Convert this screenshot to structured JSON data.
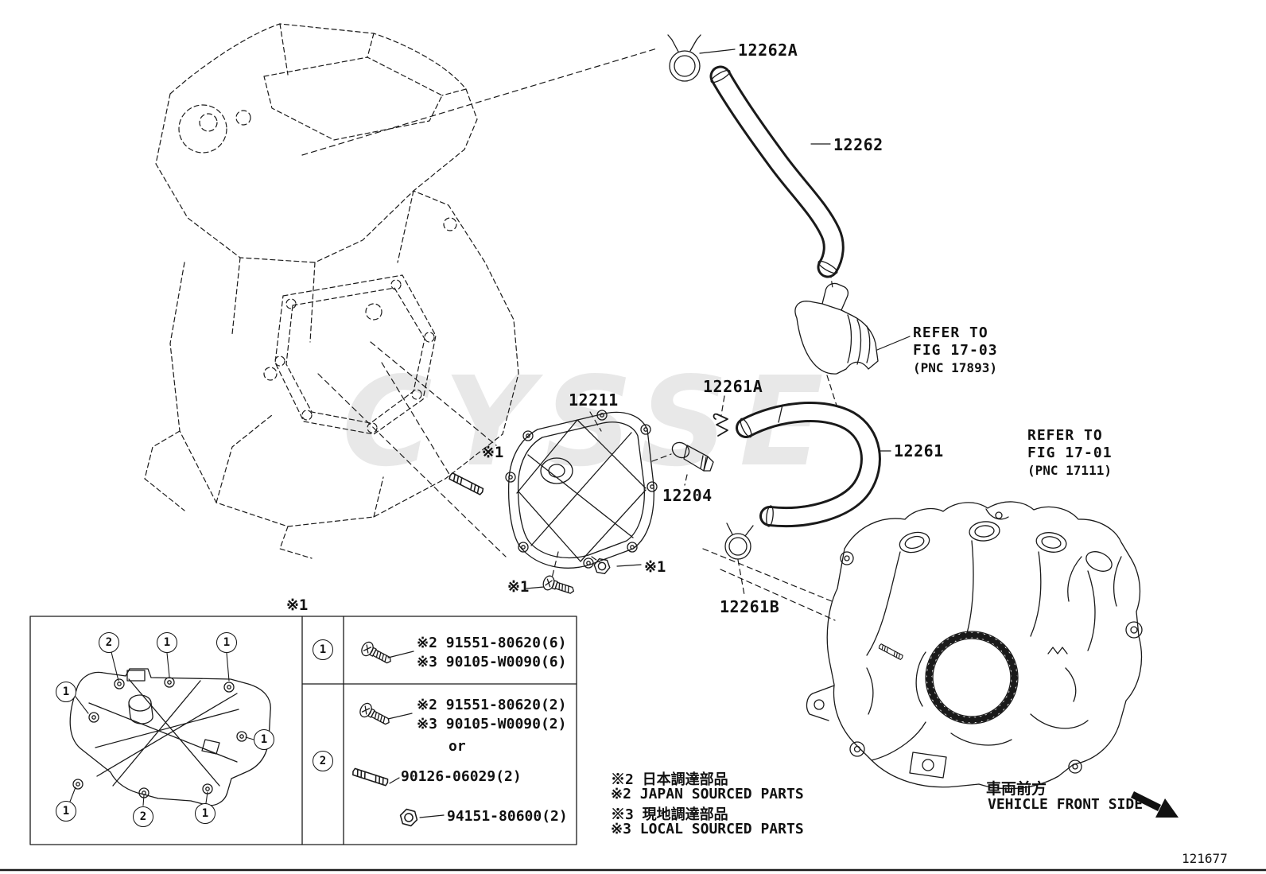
{
  "page": {
    "drawing_number": "121677",
    "watermark": "CYSSE"
  },
  "parts": {
    "12262A": "12262A",
    "12262": "12262",
    "12211": "12211",
    "12261A": "12261A",
    "12261": "12261",
    "12204": "12204",
    "12261B": "12261B"
  },
  "references": {
    "fig1703": {
      "line1": "REFER TO",
      "line2": "FIG 17-03",
      "line3": "(PNC 17893)"
    },
    "fig1701": {
      "line1": "REFER TO",
      "line2": "FIG 17-01",
      "line3": "(PNC 17111)"
    }
  },
  "markers": {
    "note1": "※1"
  },
  "callouts": {
    "one": "1",
    "two": "2"
  },
  "fastener_table": {
    "row1": {
      "callout": "1",
      "line1": "※2 91551-80620(6)",
      "line2": "※3 90105-W0090(6)"
    },
    "row2": {
      "callout": "2",
      "line1": "※2 91551-80620(2)",
      "line2": "※3 90105-W0090(2)",
      "separator": "or",
      "alt1": "90126-06029(2)",
      "alt2": "94151-80600(2)"
    }
  },
  "legend": {
    "jp2": "※2 日本調達部品",
    "en2": "※2 JAPAN SOURCED PARTS",
    "jp3": "※3 現地調達部品",
    "en3": "※3 LOCAL SOURCED PARTS"
  },
  "orientation": {
    "jp": "車両前方",
    "en": "VEHICLE FRONT SIDE"
  }
}
